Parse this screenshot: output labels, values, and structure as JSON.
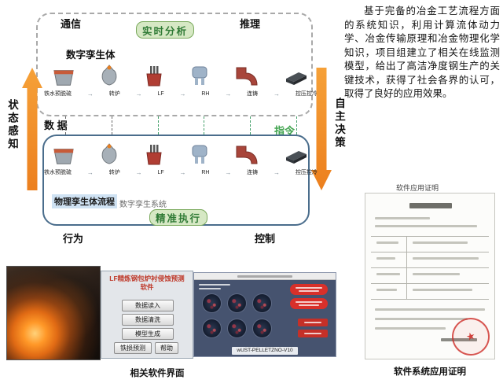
{
  "description": "基于完备的冶金工艺流程方面的系统知识，利用计算流体动力学、冶金传输原理和冶金物理化学知识，项目组建立了相关在线监测模型，给出了高洁净度钢生产的关键技术，获得了社会各界的认可，取得了良好的应用效果。",
  "diagram": {
    "communication": "通信",
    "inference": "推理",
    "realtime_analysis": "实时分析",
    "digital_twin": "数字孪生体",
    "state_perception": "状态感知",
    "autonomous_decision": "自主决策",
    "data_label": "数 据",
    "command_label": "指令",
    "physical_twin": "物理孪生体流程",
    "system_caption": "数字孪生系统",
    "precise_execution": "精准执行",
    "behavior": "行为",
    "control": "控制",
    "flow_arrow": "→",
    "process_steps": [
      "铁水预脱硫",
      "转炉",
      "LF",
      "RH",
      "连铸",
      "控压控冷"
    ]
  },
  "software": {
    "lf_title": "LF精炼钢包炉衬侵蚀预测软件",
    "buttons": [
      "数据读入",
      "数据清洗",
      "模型生成",
      "铁损预测",
      "帮助"
    ],
    "footer": "wUST-PELLETZNO-V10",
    "caption": "相关软件界面"
  },
  "certificate": {
    "header": "软件应用证明",
    "caption": "软件系统应用证明"
  },
  "colors": {
    "accent_orange": "#ef8a2a",
    "accent_green": "#45a06b",
    "badge_red": "#d8302a"
  }
}
